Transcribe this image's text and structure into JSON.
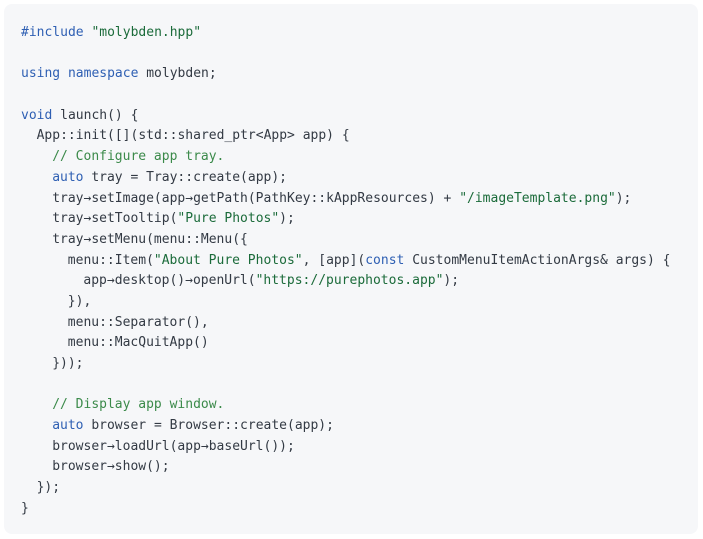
{
  "code": {
    "lines": [
      {
        "indent": 0,
        "tokens": [
          {
            "t": "kw",
            "v": "#include "
          },
          {
            "t": "str",
            "v": "\"molybden.hpp\""
          }
        ]
      },
      {
        "indent": 0,
        "tokens": []
      },
      {
        "indent": 0,
        "tokens": [
          {
            "t": "kw",
            "v": "using namespace "
          },
          {
            "t": "plain",
            "v": "molybden;"
          }
        ]
      },
      {
        "indent": 0,
        "tokens": []
      },
      {
        "indent": 0,
        "tokens": [
          {
            "t": "kw",
            "v": "void "
          },
          {
            "t": "plain",
            "v": "launch() {"
          }
        ]
      },
      {
        "indent": 2,
        "tokens": [
          {
            "t": "plain",
            "v": "App::init([](std::shared_ptr<App> app) {"
          }
        ]
      },
      {
        "indent": 4,
        "tokens": [
          {
            "t": "com",
            "v": "// Configure app tray."
          }
        ]
      },
      {
        "indent": 4,
        "tokens": [
          {
            "t": "kw",
            "v": "auto "
          },
          {
            "t": "plain",
            "v": "tray = Tray::create(app);"
          }
        ]
      },
      {
        "indent": 4,
        "tokens": [
          {
            "t": "plain",
            "v": "tray→setImage(app→getPath(PathKey::kAppResources) + "
          },
          {
            "t": "str",
            "v": "\"/imageTemplate.png\""
          },
          {
            "t": "plain",
            "v": ");"
          }
        ]
      },
      {
        "indent": 4,
        "tokens": [
          {
            "t": "plain",
            "v": "tray→setTooltip("
          },
          {
            "t": "str",
            "v": "\"Pure Photos\""
          },
          {
            "t": "plain",
            "v": ");"
          }
        ]
      },
      {
        "indent": 4,
        "tokens": [
          {
            "t": "plain",
            "v": "tray→setMenu(menu::Menu({"
          }
        ]
      },
      {
        "indent": 6,
        "tokens": [
          {
            "t": "plain",
            "v": "menu::Item("
          },
          {
            "t": "str",
            "v": "\"About Pure Photos\""
          },
          {
            "t": "plain",
            "v": ", [app]("
          },
          {
            "t": "kw",
            "v": "const "
          },
          {
            "t": "plain",
            "v": "CustomMenuItemActionArgs& args) {"
          }
        ]
      },
      {
        "indent": 8,
        "tokens": [
          {
            "t": "plain",
            "v": "app→desktop()→openUrl("
          },
          {
            "t": "str",
            "v": "\"https://purephotos.app\""
          },
          {
            "t": "plain",
            "v": ");"
          }
        ]
      },
      {
        "indent": 6,
        "tokens": [
          {
            "t": "plain",
            "v": "}),"
          }
        ]
      },
      {
        "indent": 6,
        "tokens": [
          {
            "t": "plain",
            "v": "menu::Separator(),"
          }
        ]
      },
      {
        "indent": 6,
        "tokens": [
          {
            "t": "plain",
            "v": "menu::MacQuitApp()"
          }
        ]
      },
      {
        "indent": 4,
        "tokens": [
          {
            "t": "plain",
            "v": "}));"
          }
        ]
      },
      {
        "indent": 0,
        "tokens": []
      },
      {
        "indent": 4,
        "tokens": [
          {
            "t": "com",
            "v": "// Display app window."
          }
        ]
      },
      {
        "indent": 4,
        "tokens": [
          {
            "t": "kw",
            "v": "auto "
          },
          {
            "t": "plain",
            "v": "browser = Browser::create(app);"
          }
        ]
      },
      {
        "indent": 4,
        "tokens": [
          {
            "t": "plain",
            "v": "browser→loadUrl(app→baseUrl());"
          }
        ]
      },
      {
        "indent": 4,
        "tokens": [
          {
            "t": "plain",
            "v": "browser→show();"
          }
        ]
      },
      {
        "indent": 2,
        "tokens": [
          {
            "t": "plain",
            "v": "});"
          }
        ]
      },
      {
        "indent": 0,
        "tokens": [
          {
            "t": "plain",
            "v": "}"
          }
        ]
      }
    ]
  }
}
